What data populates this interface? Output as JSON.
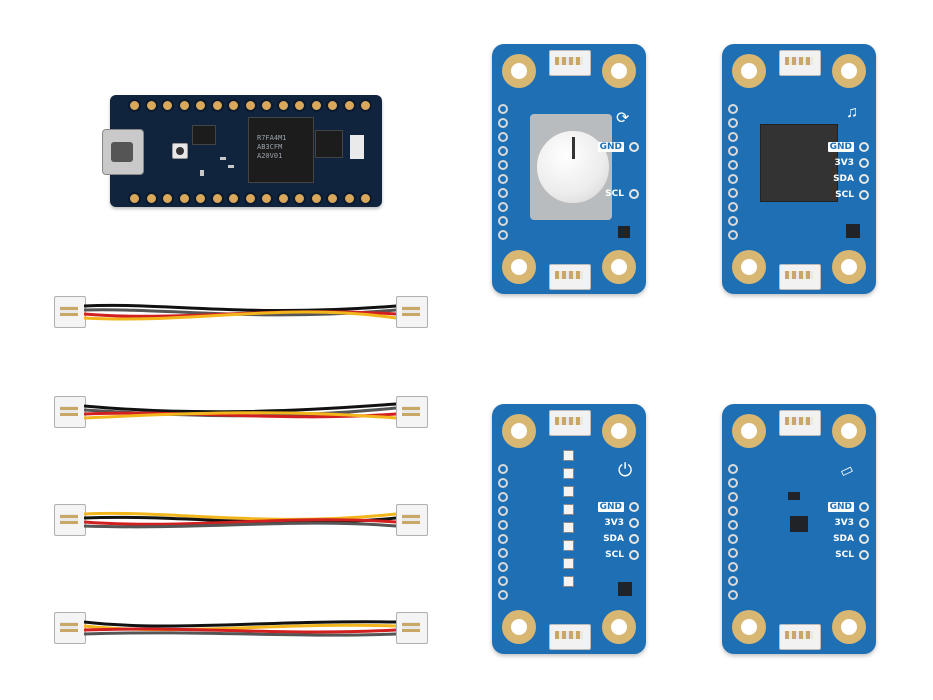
{
  "nano": {
    "chip_text": [
      "R7FA4M1",
      "AB3CFM",
      "A20V01"
    ]
  },
  "modules": {
    "knob": {
      "pin_labels": [
        "GND",
        "SCL"
      ]
    },
    "buzzer": {
      "pin_labels": [
        "GND",
        "3V3",
        "SDA",
        "SCL"
      ]
    },
    "pixels": {
      "pin_labels": [
        "GND",
        "3V3",
        "SDA",
        "SCL"
      ]
    },
    "thermo": {
      "pin_labels": [
        "GND",
        "3V3",
        "SDA",
        "SCL"
      ]
    }
  },
  "colors": {
    "board_blue": "#1e6fb4",
    "nano_navy": "#10243d",
    "wire_black": "#111111",
    "wire_red": "#d21f1f",
    "wire_yellow": "#f2b61c",
    "wire_gray": "#555555"
  }
}
